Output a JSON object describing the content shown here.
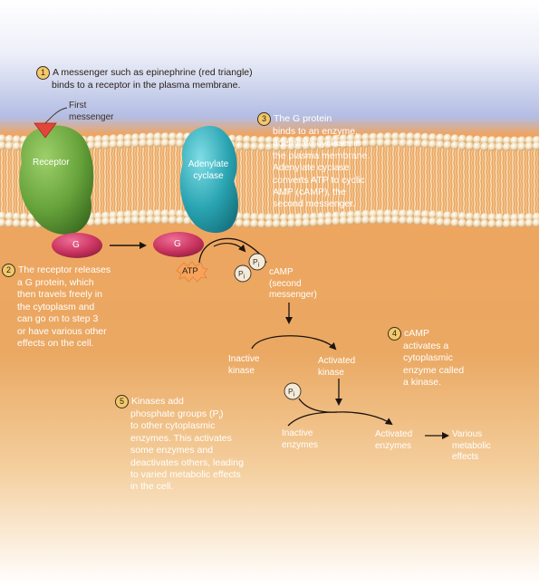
{
  "steps": {
    "s1": {
      "num": "1",
      "lines": [
        "A messenger such as epinephrine (red triangle)",
        "binds to a receptor in the plasma membrane."
      ]
    },
    "s2": {
      "num": "2",
      "lines": [
        "The receptor releases",
        "a G protein, which",
        "then travels freely in",
        "the cytoplasm and",
        "can go on to step 3",
        "or have various other",
        "effects on the cell."
      ]
    },
    "s3": {
      "num": "3",
      "lines": [
        "The G protein",
        "binds to an enzyme,",
        "adenylate cyclase, in",
        "the plasma membrane.",
        "Adenylate cyclase",
        "converts ATP to cyclic",
        "AMP (cAMP), the",
        "second messenger."
      ]
    },
    "s4": {
      "num": "4",
      "lines": [
        "cAMP",
        "activates a",
        "cytoplasmic",
        "enzyme called",
        "a kinase."
      ]
    },
    "s5": {
      "num": "5",
      "lines_before_pi": [
        "Kinases add"
      ],
      "pi_line": "phosphate groups (P",
      "pi_sub": "i",
      "pi_close": ")",
      "lines_after_pi": [
        "to other cytoplasmic",
        "enzymes. This activates",
        "some enzymes and",
        "deactivates others, leading",
        "to varied metabolic effects",
        "in the cell."
      ]
    }
  },
  "labels": {
    "first_messenger": [
      "First",
      "messenger"
    ],
    "receptor": "Receptor",
    "adenylate_cyclase": [
      "Adenylate",
      "cyclase"
    ],
    "g_protein": "G",
    "atp": "ATP",
    "pi": "P",
    "pi_sub": "i",
    "camp": [
      "cAMP",
      "(second",
      "messenger)"
    ],
    "inactive_kinase": [
      "Inactive",
      "kinase"
    ],
    "activated_kinase": [
      "Activated",
      "kinase"
    ],
    "inactive_enzymes": [
      "Inactive",
      "enzymes"
    ],
    "activated_enzymes": [
      "Activated",
      "enzymes"
    ],
    "metabolic_effects": [
      "Various",
      "metabolic",
      "effects"
    ]
  },
  "colors": {
    "membrane_head": "#f4e2b8",
    "membrane_tail": "#e8a968",
    "cytoplasm": "#e7a25e",
    "extracellular": "#b9c3e6",
    "receptor": "#6ea13c",
    "adenylate_cyclase": "#2fa7b4",
    "g_protein": "#c8335e",
    "messenger": "#e2463a",
    "atp": "#f7a35a"
  }
}
